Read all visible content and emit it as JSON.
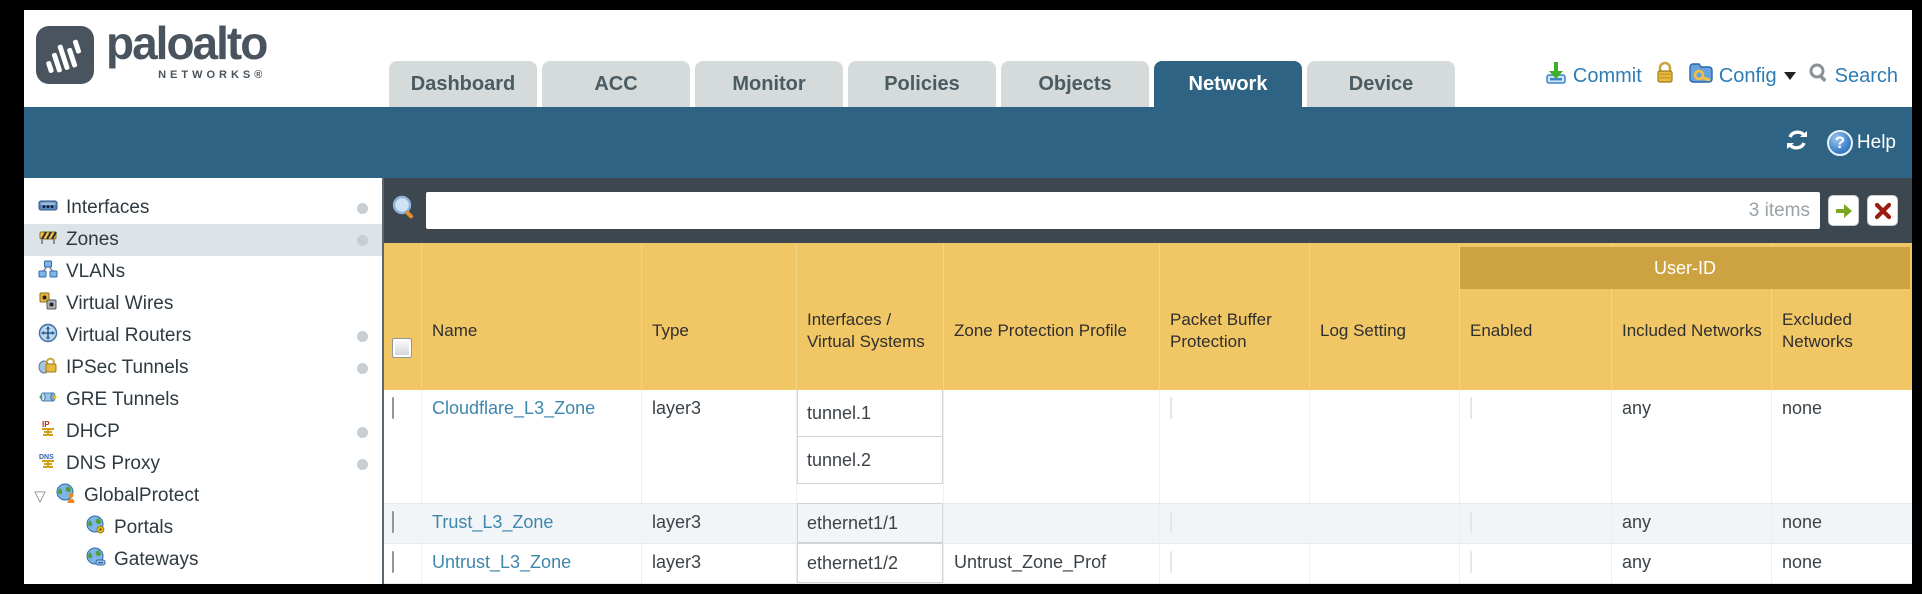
{
  "brand": {
    "name": "paloalto",
    "sub": "NETWORKS®"
  },
  "nav": {
    "tabs": [
      {
        "label": "Dashboard",
        "active": false
      },
      {
        "label": "ACC",
        "active": false
      },
      {
        "label": "Monitor",
        "active": false
      },
      {
        "label": "Policies",
        "active": false
      },
      {
        "label": "Objects",
        "active": false
      },
      {
        "label": "Network",
        "active": true
      },
      {
        "label": "Device",
        "active": false
      }
    ],
    "utilities": {
      "commit": "Commit",
      "config": "Config",
      "search": "Search"
    }
  },
  "toolbar": {
    "help": "Help"
  },
  "sidebar": {
    "items": [
      {
        "label": "Interfaces",
        "dot": true,
        "selected": false
      },
      {
        "label": "Zones",
        "dot": true,
        "selected": true
      },
      {
        "label": "VLANs",
        "dot": false,
        "selected": false
      },
      {
        "label": "Virtual Wires",
        "dot": false,
        "selected": false
      },
      {
        "label": "Virtual Routers",
        "dot": true,
        "selected": false
      },
      {
        "label": "IPSec Tunnels",
        "dot": true,
        "selected": false
      },
      {
        "label": "GRE Tunnels",
        "dot": false,
        "selected": false
      },
      {
        "label": "DHCP",
        "dot": true,
        "selected": false
      },
      {
        "label": "DNS Proxy",
        "dot": true,
        "selected": false
      },
      {
        "label": "GlobalProtect",
        "dot": false,
        "selected": false,
        "expanded": true
      },
      {
        "label": "Portals",
        "dot": false,
        "selected": false,
        "child": true
      },
      {
        "label": "Gateways",
        "dot": false,
        "selected": false,
        "child": true
      }
    ]
  },
  "filter": {
    "value": "",
    "count": "3 items"
  },
  "table": {
    "columns": [
      "Name",
      "Type",
      "Interfaces / Virtual Systems",
      "Zone Protection Profile",
      "Packet Buffer Protection",
      "Log Setting",
      "Enabled",
      "Included Networks",
      "Excluded Networks"
    ],
    "group_header": "User-ID",
    "rows": [
      {
        "name": "Cloudflare_L3_Zone",
        "type": "layer3",
        "interfaces": [
          "tunnel.1",
          "tunnel.2"
        ],
        "zone_protection_profile": "",
        "packet_buffer_protection": false,
        "log_setting": "",
        "enabled": false,
        "included_networks": "any",
        "excluded_networks": "none"
      },
      {
        "name": "Trust_L3_Zone",
        "type": "layer3",
        "interfaces": [
          "ethernet1/1"
        ],
        "zone_protection_profile": "",
        "packet_buffer_protection": false,
        "log_setting": "",
        "enabled": false,
        "included_networks": "any",
        "excluded_networks": "none"
      },
      {
        "name": "Untrust_L3_Zone",
        "type": "layer3",
        "interfaces": [
          "ethernet1/2"
        ],
        "zone_protection_profile": "Untrust_Zone_Prof",
        "packet_buffer_protection": false,
        "log_setting": "",
        "enabled": false,
        "included_networks": "any",
        "excluded_networks": "none"
      }
    ]
  },
  "colors": {
    "teal": "#2e6383",
    "header_gold": "#f1c765",
    "group_gold": "#cda342",
    "link_blue": "#3d87ac",
    "util_blue": "#2e7cb5",
    "filterbar_bg": "#3d474f"
  }
}
